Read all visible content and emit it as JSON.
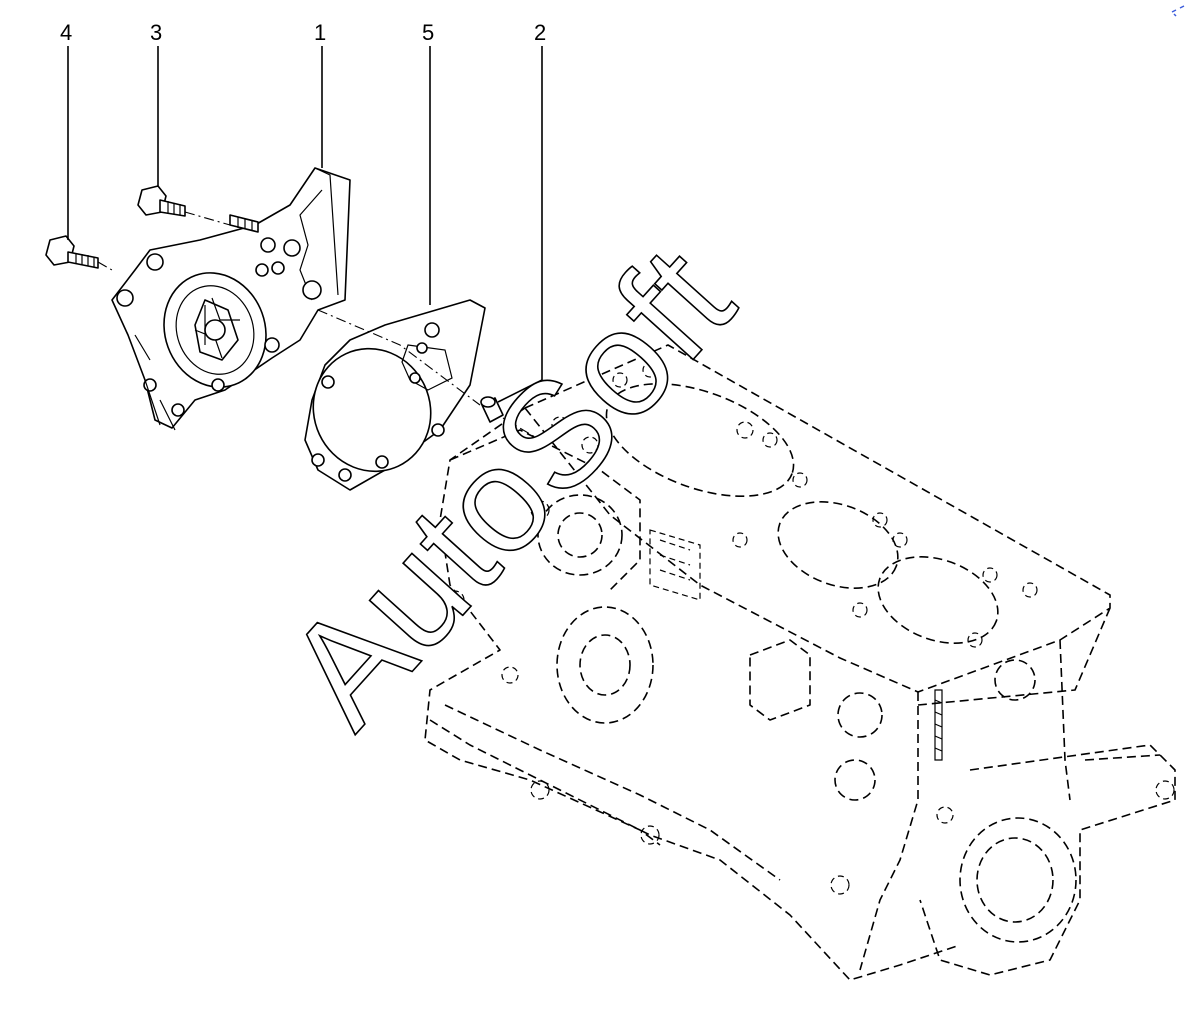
{
  "callouts": [
    {
      "number": "4",
      "part": "bolt"
    },
    {
      "number": "3",
      "part": "bolt"
    },
    {
      "number": "1",
      "part": "water-pump"
    },
    {
      "number": "5",
      "part": "gasket"
    },
    {
      "number": "2",
      "part": "dowel-pin"
    }
  ],
  "watermark": {
    "text": "AutoSoft"
  },
  "colors": {
    "line": "#000000",
    "background": "#ffffff",
    "corner_mark": "#3b5bdb"
  }
}
